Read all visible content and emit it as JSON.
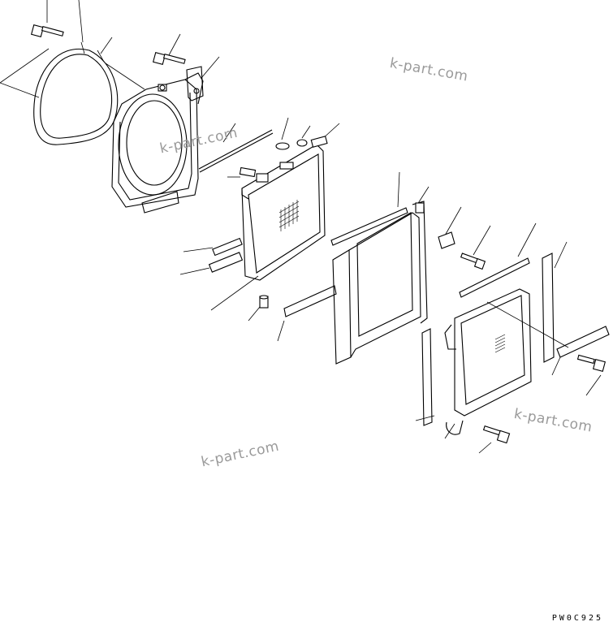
{
  "watermarks": [
    "k-part.com",
    "k-part.com",
    "k-part.com",
    "k-part.com"
  ],
  "drawing_code": "PW0C925"
}
